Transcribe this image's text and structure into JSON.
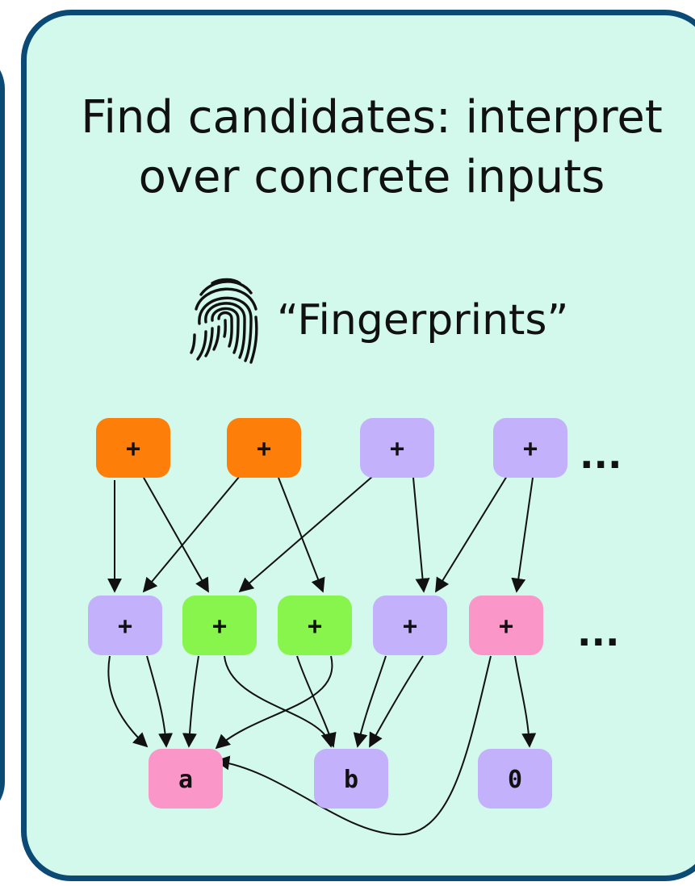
{
  "panel": {
    "title_line1": "Find candidates: interpret",
    "title_line2": "over concrete inputs",
    "fingerprint_label": "“Fingerprints”",
    "fingerprint_icon": "fingerprint-icon"
  },
  "colors": {
    "border": "#0c4a76",
    "panel_bg": "#d3f8ec",
    "orange": "#fd7f0a",
    "purple": "#c3b1fb",
    "green": "#87f54c",
    "pink": "#fb96c8",
    "edge": "#111111"
  },
  "graph": {
    "nodes": [
      {
        "id": "t1",
        "label": "+",
        "color": "orange"
      },
      {
        "id": "t2",
        "label": "+",
        "color": "orange"
      },
      {
        "id": "t3",
        "label": "+",
        "color": "purple"
      },
      {
        "id": "t4",
        "label": "+",
        "color": "purple"
      },
      {
        "id": "m1",
        "label": "+",
        "color": "purple"
      },
      {
        "id": "m2",
        "label": "+",
        "color": "green"
      },
      {
        "id": "m3",
        "label": "+",
        "color": "green"
      },
      {
        "id": "m4",
        "label": "+",
        "color": "purple"
      },
      {
        "id": "m5",
        "label": "+",
        "color": "pink"
      },
      {
        "id": "a",
        "label": "a",
        "color": "pink"
      },
      {
        "id": "b",
        "label": "b",
        "color": "purple"
      },
      {
        "id": "zero",
        "label": "0",
        "color": "purple"
      }
    ],
    "edges": [
      [
        "t1",
        "m1"
      ],
      [
        "t1",
        "m2"
      ],
      [
        "t2",
        "m1"
      ],
      [
        "t2",
        "m3"
      ],
      [
        "t3",
        "m2"
      ],
      [
        "t3",
        "m4"
      ],
      [
        "t4",
        "m4"
      ],
      [
        "t4",
        "m5"
      ],
      [
        "m1",
        "a"
      ],
      [
        "m1",
        "a"
      ],
      [
        "m2",
        "a"
      ],
      [
        "m2",
        "b"
      ],
      [
        "m3",
        "b"
      ],
      [
        "m3",
        "a"
      ],
      [
        "m4",
        "b"
      ],
      [
        "m4",
        "b"
      ],
      [
        "m5",
        "a"
      ],
      [
        "m5",
        "zero"
      ]
    ],
    "ellipsis_top": "...",
    "ellipsis_mid": "..."
  }
}
